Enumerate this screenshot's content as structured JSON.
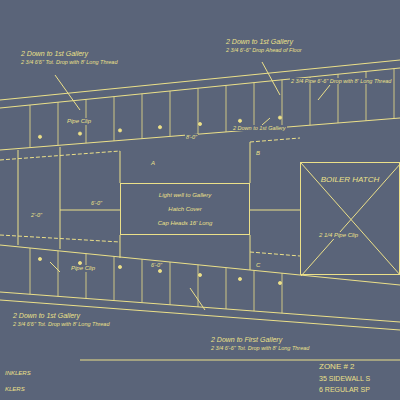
{
  "diagram": {
    "nodes": [
      {
        "text": [
          "Light well to Gallery",
          "Hatch Cover",
          "Cap Heads 16' Long"
        ]
      },
      {
        "text": [
          "BOILER HATCH"
        ]
      }
    ],
    "labels": [
      "2 Down to 1st Gallery",
      "2 3/4 6'6\" Tot. Drop with 8' Long Thread",
      "2 Down to 1st Gallery",
      "2 3/4 6'-6\" Drop Ahead of Floor",
      "2 3/4 Pipe 6'-6\" Drop with 8' Long Thread",
      "Pipe Clip",
      "Pipe Clip",
      "2 Down to 1st Gallery",
      "2 1/4 Pipe Clip",
      "2 Down to 1st Gallery",
      "2 3/4 6'6\" Tot. Drop with 8' Long Thread",
      "2 Down to First Gallery",
      "2 3/4 6'-6\" Tot. Drop with 8' Long Thread",
      "ZONE # 2",
      "35 SIDEWALL S",
      "6 REGULAR SP",
      "INKLERS",
      "KLERS",
      "A",
      "B",
      "C",
      "6'-0\"",
      "8'-0\"",
      "2'-0\"",
      "6'-0\""
    ]
  }
}
